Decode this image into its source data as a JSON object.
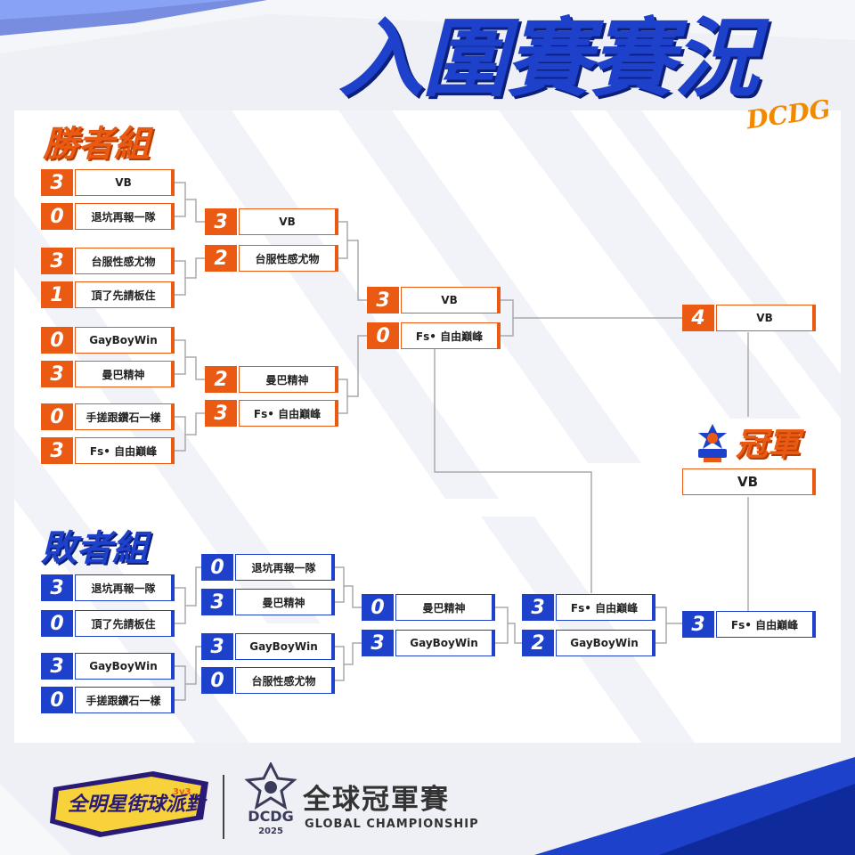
{
  "title": "入圍賽賽況",
  "title_logo": "DCDG",
  "sections": {
    "winners": "勝者組",
    "losers": "敗者組"
  },
  "champion": {
    "label": "冠軍",
    "team": "VB"
  },
  "matches": [
    {
      "score": "3",
      "team": "VB",
      "color": "o"
    },
    {
      "score": "0",
      "team": "退坑再報一隊",
      "color": "o"
    },
    {
      "score": "3",
      "team": "台服性感尤物",
      "color": "o"
    },
    {
      "score": "1",
      "team": "頂了先請板住",
      "color": "o"
    },
    {
      "score": "0",
      "team": "GayBoyWin",
      "color": "o"
    },
    {
      "score": "3",
      "team": "曼巴精神",
      "color": "o"
    },
    {
      "score": "0",
      "team": "手搓跟鑽石一樣",
      "color": "o"
    },
    {
      "score": "3",
      "team": "Fs• 自由巔峰",
      "color": "o"
    },
    {
      "score": "3",
      "team": "VB",
      "color": "o"
    },
    {
      "score": "2",
      "team": "台服性感尤物",
      "color": "o"
    },
    {
      "score": "2",
      "team": "曼巴精神",
      "color": "o"
    },
    {
      "score": "3",
      "team": "Fs• 自由巔峰",
      "color": "o"
    },
    {
      "score": "3",
      "team": "VB",
      "color": "o"
    },
    {
      "score": "0",
      "team": "Fs• 自由巔峰",
      "color": "o"
    },
    {
      "score": "4",
      "team": "VB",
      "color": "o"
    },
    {
      "score": "3",
      "team": "退坑再報一隊",
      "color": "b"
    },
    {
      "score": "0",
      "team": "頂了先請板住",
      "color": "b"
    },
    {
      "score": "3",
      "team": "GayBoyWin",
      "color": "b"
    },
    {
      "score": "0",
      "team": "手搓跟鑽石一樣",
      "color": "b"
    },
    {
      "score": "0",
      "team": "退坑再報一隊",
      "color": "b"
    },
    {
      "score": "3",
      "team": "曼巴精神",
      "color": "b"
    },
    {
      "score": "3",
      "team": "GayBoyWin",
      "color": "b"
    },
    {
      "score": "0",
      "team": "台服性感尤物",
      "color": "b"
    },
    {
      "score": "0",
      "team": "曼巴精神",
      "color": "b"
    },
    {
      "score": "3",
      "team": "GayBoyWin",
      "color": "b"
    },
    {
      "score": "3",
      "team": "Fs• 自由巔峰",
      "color": "b"
    },
    {
      "score": "2",
      "team": "GayBoyWin",
      "color": "b"
    },
    {
      "score": "3",
      "team": "Fs• 自由巔峰",
      "color": "b"
    }
  ],
  "footer": {
    "event_logo": "全明星街球派對",
    "event_logo_tag": "3v3",
    "dcdg": "DCDG",
    "year": "2025",
    "title": "全球冠軍賽",
    "subtitle": "GLOBAL CHAMPIONSHIP"
  }
}
